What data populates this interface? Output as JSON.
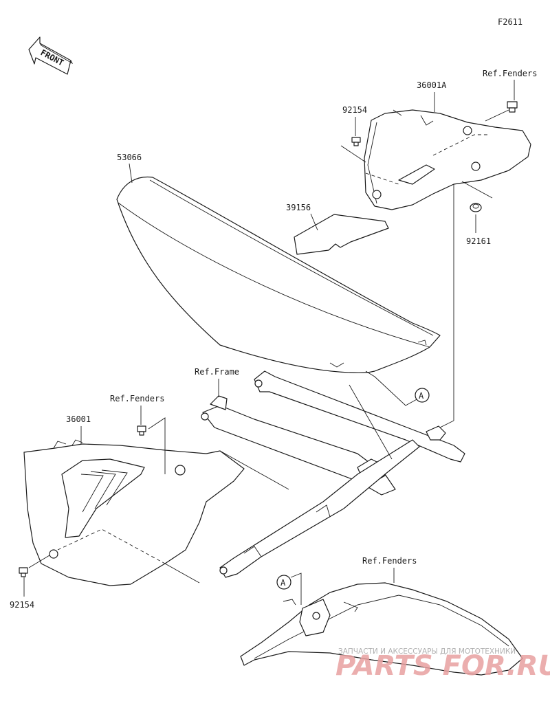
{
  "figure_code": "F2611",
  "front_label": "FRONT",
  "labels": {
    "seat": "53066",
    "seat_pad": "39156",
    "right_cover": "36001A",
    "left_cover": "36001",
    "bolt_top": "92154",
    "bolt_left": "92154",
    "collar": "92161",
    "ref_fenders_top": "Ref.Fenders",
    "ref_fenders_left": "Ref.Fenders",
    "ref_fenders_bottom": "Ref.Fenders",
    "ref_frame": "Ref.Frame",
    "callout_a1": "A",
    "callout_a2": "A"
  },
  "watermark": {
    "top": "ЗАПЧАСТИ И АКСЕССУАРЫ ДЛЯ МОТОТЕХНИКИ",
    "brand": "PARTS FOR.RU"
  }
}
